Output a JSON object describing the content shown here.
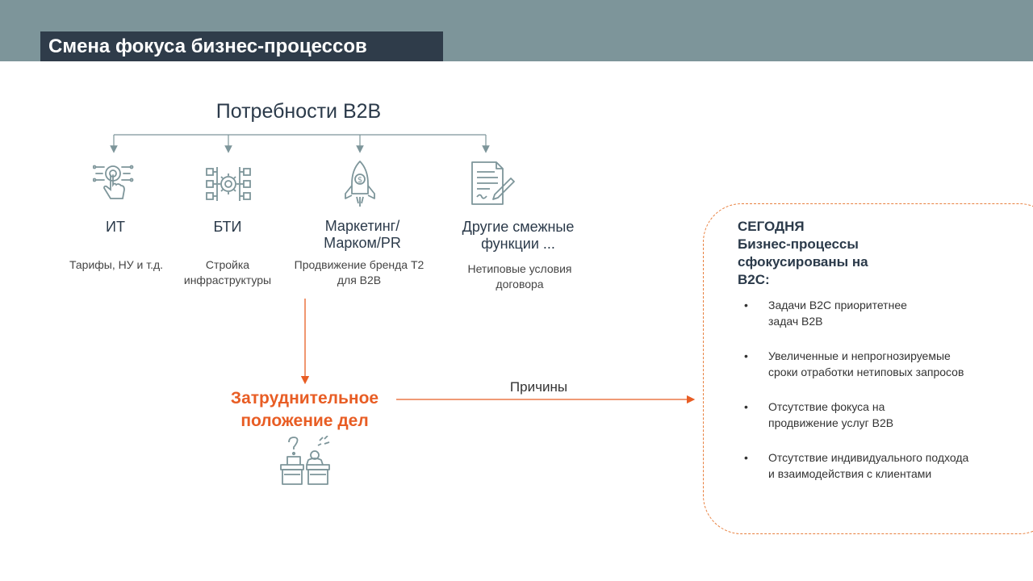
{
  "title": "Смена фокуса бизнес-процессов",
  "heading": "Потребности B2B",
  "categories": [
    {
      "icon": "touch-screen-icon",
      "title": "ИТ",
      "desc": "Тарифы, НУ и т.д."
    },
    {
      "icon": "gear-circuit-icon",
      "title": "БТИ",
      "desc": "Стройка инфраструктуры"
    },
    {
      "icon": "rocket-icon",
      "title": "Маркетинг/ Марком/PR",
      "desc": "Продвижение бренда Т2 для B2B"
    },
    {
      "icon": "document-pen-icon",
      "title": "Другие смежные функции ...",
      "desc": "Нетиповые условия договора"
    }
  ],
  "problem": "Затруднительное положение дел",
  "reasons_label": "Причины",
  "today": {
    "label": "СЕГОДНЯ",
    "subtitle": "Бизнес-процессы сфокусированы на B2C:",
    "bullet_char": "•",
    "items": [
      "Задачи B2C приоритетнее задач B2B",
      "Увеличенные и непрогнозируемые сроки отработки нетиповых запросов",
      "Отсутствие фокуса на продвижение услуг B2B",
      "Отсутствие индивидуального подхода и взаимодействия с клиентами"
    ]
  },
  "colors": {
    "accent": "#e85d24",
    "dark": "#2f3c4a",
    "header": "#7d959a",
    "icon": "#7d959a"
  }
}
